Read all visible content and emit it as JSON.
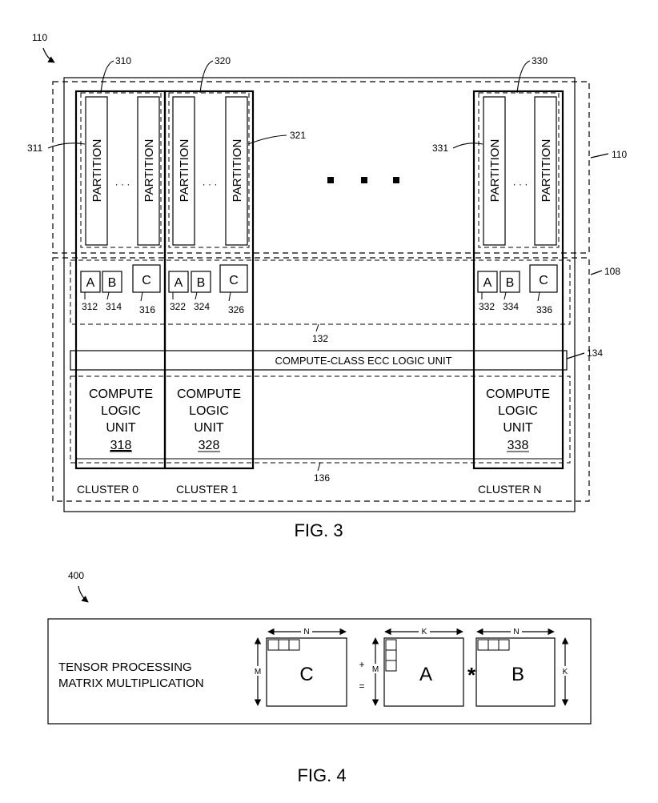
{
  "fig3": {
    "caption": "FIG. 3",
    "refs": {
      "r110_top": "110",
      "r110_right": "110",
      "r108": "108",
      "r310": "310",
      "r320": "320",
      "r330": "330",
      "r311": "311",
      "r321": "321",
      "r331": "331",
      "r132": "132",
      "r134": "134",
      "r136": "136"
    },
    "partition_label": "PARTITION",
    "ellipsis_small": "· · ·",
    "ecc_label": "COMPUTE-CLASS ECC LOGIC UNIT",
    "compute_lines": [
      "COMPUTE",
      "LOGIC",
      "UNIT"
    ],
    "clusters": [
      {
        "name": "CLUSTER 0",
        "a_ref": "312",
        "b_ref": "314",
        "c_ref": "316",
        "unit_ref": "318"
      },
      {
        "name": "CLUSTER 1",
        "a_ref": "322",
        "b_ref": "324",
        "c_ref": "326",
        "unit_ref": "328"
      },
      {
        "name": "CLUSTER N",
        "a_ref": "332",
        "b_ref": "334",
        "c_ref": "336",
        "unit_ref": "338"
      }
    ],
    "cell_letters": {
      "a": "A",
      "b": "B",
      "c": "C"
    }
  },
  "fig4": {
    "caption": "FIG. 4",
    "ref": "400",
    "title_lines": [
      "TENSOR PROCESSING",
      "MATRIX MULTIPLICATION"
    ],
    "matrix_c": "C",
    "matrix_a": "A",
    "matrix_b": "B",
    "dim_n": "N",
    "dim_m": "M",
    "dim_k": "K",
    "op_plus": "+",
    "op_eq": "=",
    "op_mul": "*"
  }
}
